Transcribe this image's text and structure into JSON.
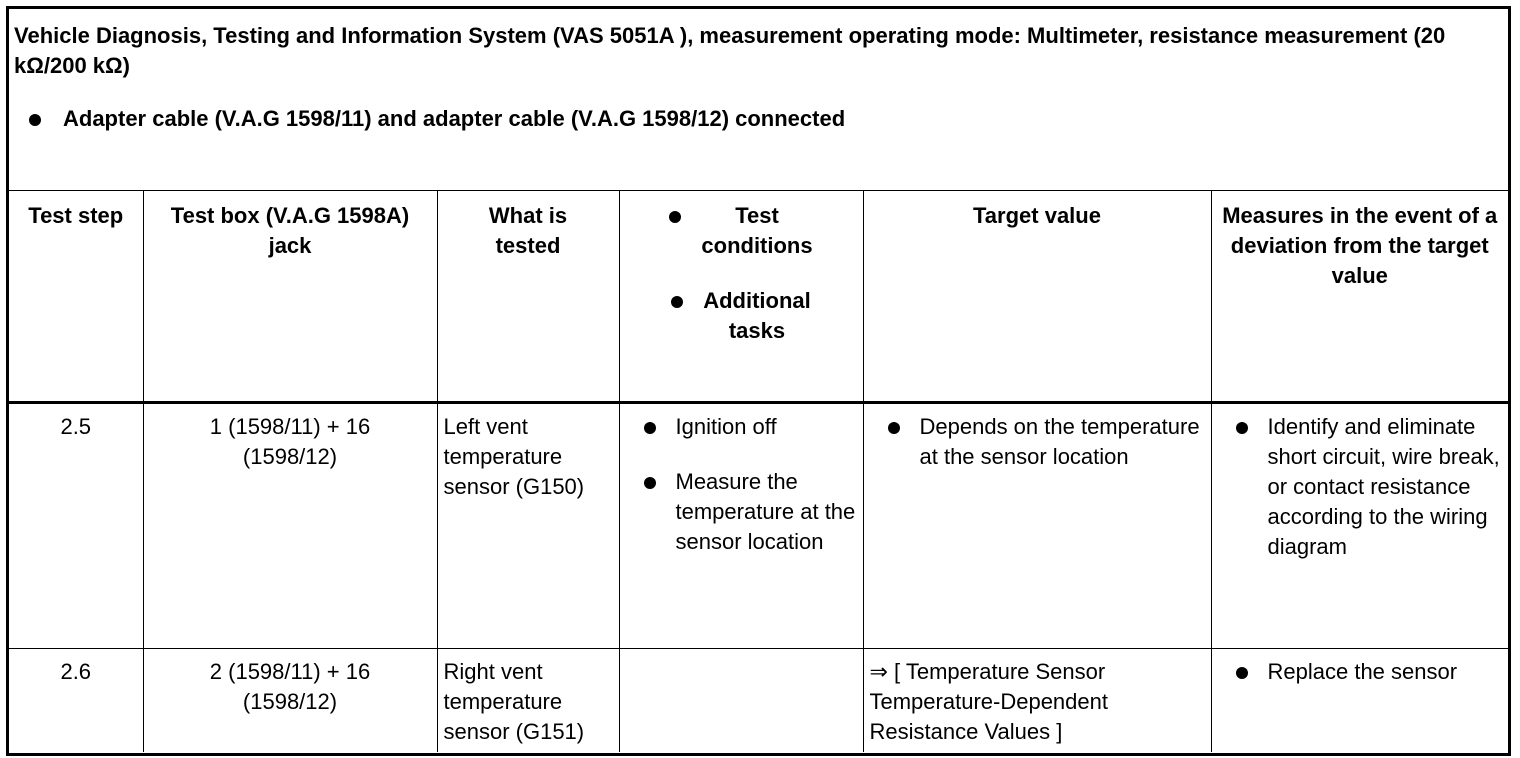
{
  "header": {
    "title": "Vehicle Diagnosis, Testing and Information System (VAS 5051A ), measurement operating mode: Multimeter, resistance measurement (20 kΩ/200 kΩ)",
    "bullet": "Adapter cable (V.A.G 1598/11) and adapter cable (V.A.G 1598/12) connected"
  },
  "columns": {
    "test_step": "Test step",
    "test_box_line1": "Test box (V.A.G 1598A)",
    "test_box_line2": "jack",
    "what_tested_line1": "What is",
    "what_tested_line2": "tested",
    "conditions_line1": "Test",
    "conditions_line2": "conditions",
    "tasks_line1": "Additional",
    "tasks_line2": "tasks",
    "target": "Target value",
    "measures": "Measures in the event of a deviation from the target value"
  },
  "rows": [
    {
      "step": "2.5",
      "jack_line1": "1 (1598/11) + 16",
      "jack_line2": "(1598/12)",
      "tested": "Left vent temperature sensor (G150)",
      "conditions": [
        "Ignition off",
        "Measure the temperature at the sensor location"
      ],
      "target": "Depends on the temperature at the sensor location",
      "measures": "Identify and eliminate short circuit, wire break, or contact resistance according to the wiring diagram"
    },
    {
      "step": "2.6",
      "jack_line1": "2 (1598/11) + 16",
      "jack_line2": "(1598/12)",
      "tested": "Right vent temperature sensor (G151)",
      "target": "⇒ [ Temperature Sensor Temperature-Dependent Resistance Values ]",
      "measures": "Replace the sensor"
    }
  ]
}
